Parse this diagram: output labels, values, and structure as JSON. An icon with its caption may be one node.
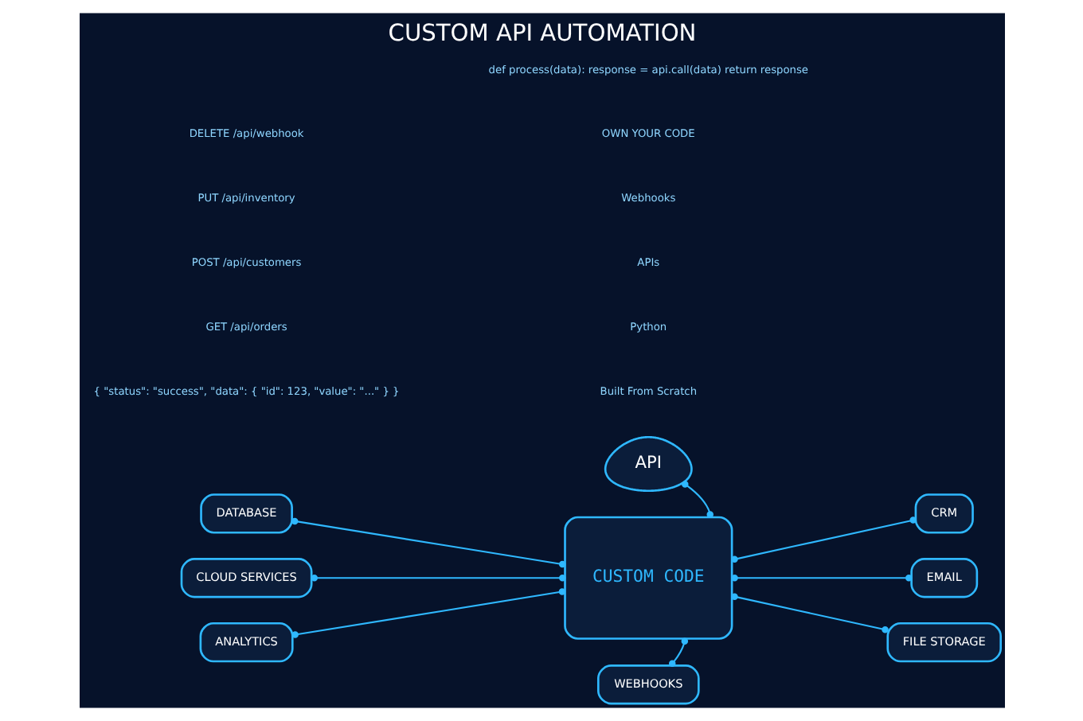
{
  "diagram": {
    "title": "CUSTOM API AUTOMATION",
    "nodes": [
      {
        "text": [
          "API"
        ]
      },
      {
        "text": [
          "CUSTOM CODE"
        ]
      },
      {
        "text": [
          "DATABASE"
        ]
      },
      {
        "text": [
          "CLOUD SERVICES"
        ]
      },
      {
        "text": [
          "ANALYTICS"
        ]
      },
      {
        "text": [
          "CRM"
        ]
      },
      {
        "text": [
          "EMAIL"
        ]
      },
      {
        "text": [
          "FILE STORAGE"
        ]
      },
      {
        "text": [
          "WEBHOOKS"
        ]
      }
    ],
    "edges": [
      {
        "from": 0,
        "to": 1,
        "arrow": "other"
      },
      {
        "from": 2,
        "to": 1,
        "arrow": "other"
      },
      {
        "from": 3,
        "to": 1,
        "arrow": "other"
      },
      {
        "from": 4,
        "to": 1,
        "arrow": "other"
      },
      {
        "from": 1,
        "to": 5,
        "arrow": "other"
      },
      {
        "from": 1,
        "to": 6,
        "arrow": "other"
      },
      {
        "from": 1,
        "to": 7,
        "arrow": "other"
      },
      {
        "from": 1,
        "to": 8,
        "arrow": "other"
      }
    ],
    "labels": [
      "{ \"status\": \"success\", \"data\": { \"id\": 123, \"value\": \"...\" } }",
      "GET /api/orders",
      "POST /api/customers",
      "PUT /api/inventory",
      "DELETE /api/webhook",
      "Built From Scratch",
      "Python",
      "APIs",
      "Webhooks",
      "OWN YOUR CODE",
      "def process(data): response = api.call(data) return response"
    ]
  }
}
